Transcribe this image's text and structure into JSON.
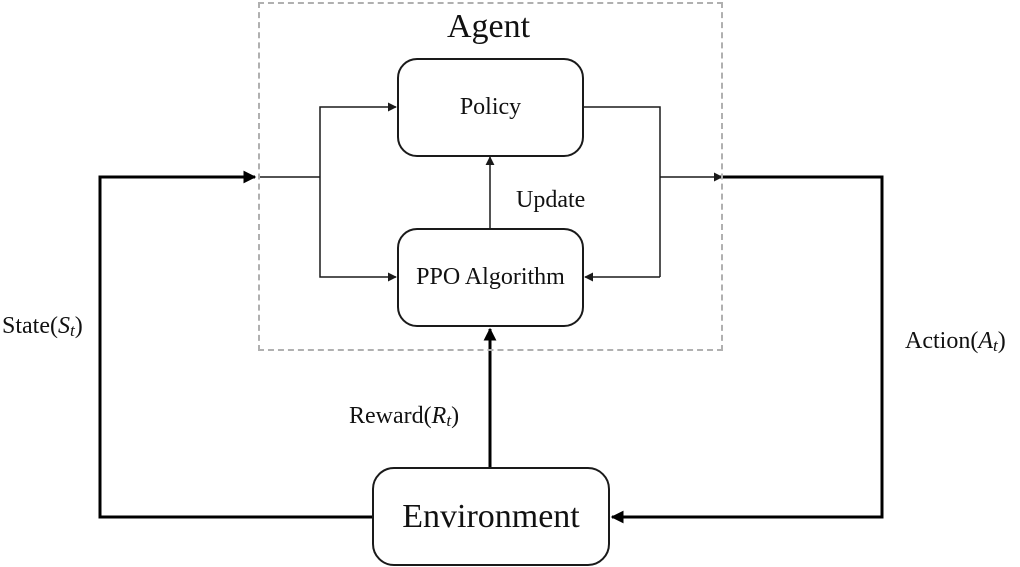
{
  "agent": {
    "title": "Agent",
    "policy_label": "Policy",
    "algorithm_label": "PPO Algorithm",
    "update_label": "Update"
  },
  "environment": {
    "label": "Environment"
  },
  "signals": {
    "state": {
      "prefix": "State(",
      "symbol": "S",
      "subscript": "t",
      "suffix": ")"
    },
    "action": {
      "prefix": "Action(",
      "symbol": "A",
      "subscript": "t",
      "suffix": ")"
    },
    "reward": {
      "prefix": "Reward(",
      "symbol": "R",
      "subscript": "t",
      "suffix": ")"
    }
  }
}
